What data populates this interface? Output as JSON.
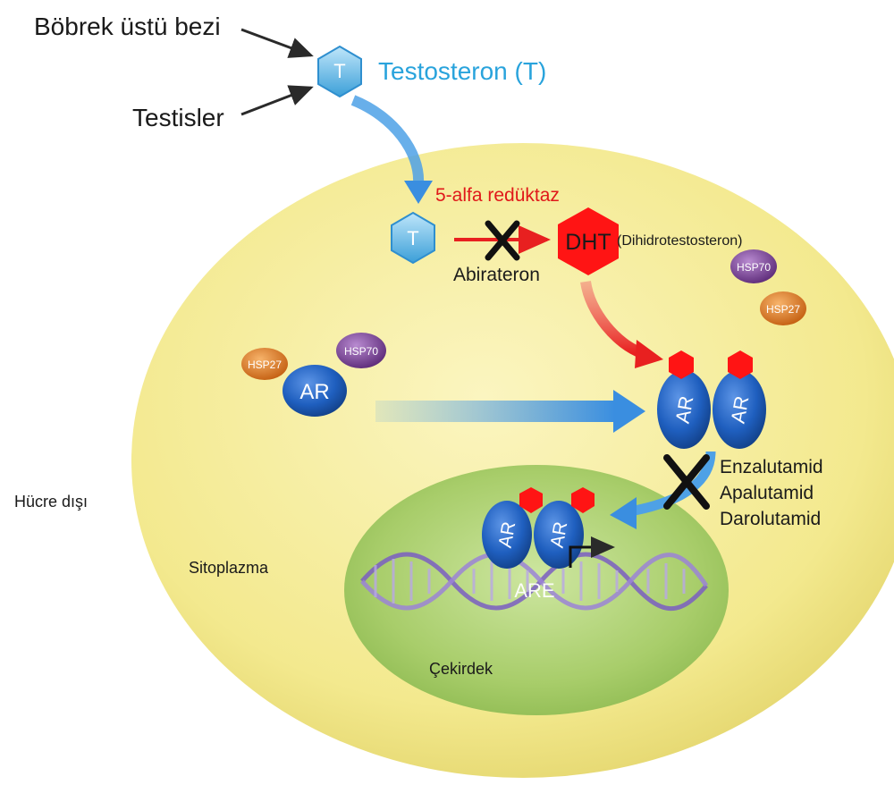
{
  "labels": {
    "adrenal": "Böbrek üstü bezi",
    "testes": "Testisler",
    "testosterone": "Testosteron (T)",
    "t_symbol": "T",
    "enzyme": "5-alfa redüktaz",
    "dht": "DHT",
    "dht_full": "(Dihidrotestosteron)",
    "abiraterone": "Abirateron",
    "hsp70": "HSP70",
    "hsp27": "HSP27",
    "ar": "AR",
    "are": "ARE",
    "extracellular": "Hücre dışı",
    "cytoplasm": "Sitoplazma",
    "nucleus": "Çekirdek",
    "drugs": [
      "Enzalutamid",
      "Apalutamid",
      "Darolutamid"
    ]
  },
  "colors": {
    "cell": "#f2e88a",
    "nucleus": "#a9cf6a",
    "testosterone": "#29a3dc",
    "dht": "#ff1010",
    "enzyme_text": "#e0181a",
    "ar": "#1f5fbf",
    "hsp70": "#7a3d96",
    "hsp27": "#e77b20",
    "dna": "#8a6cc8"
  }
}
